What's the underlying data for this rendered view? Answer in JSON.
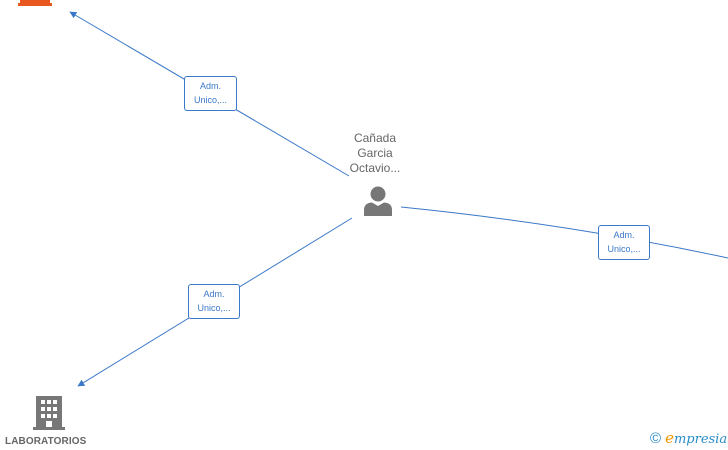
{
  "colors": {
    "edge": "#3a78c8",
    "person_icon": "#777777",
    "company_icon": "#777777",
    "company_top_icon": "#e8581e",
    "brand": "#2a8cc8",
    "brand_accent": "#f29400"
  },
  "person": {
    "name_lines": [
      "Cañada",
      "Garcia",
      "Octavio..."
    ],
    "icon": "person-icon"
  },
  "edges": [
    {
      "label_lines": [
        "Adm.",
        "Unico,..."
      ]
    },
    {
      "label_lines": [
        "Adm.",
        "Unico,..."
      ]
    },
    {
      "label_lines": [
        "Adm.",
        "Unico,..."
      ]
    }
  ],
  "companies": [
    {
      "name": "LABORATORIOS",
      "icon": "building-icon"
    },
    {
      "name": "",
      "icon": "building-icon"
    }
  ],
  "watermark": {
    "symbol": "©",
    "brand_initial": "e",
    "brand_rest": "mpresia"
  }
}
